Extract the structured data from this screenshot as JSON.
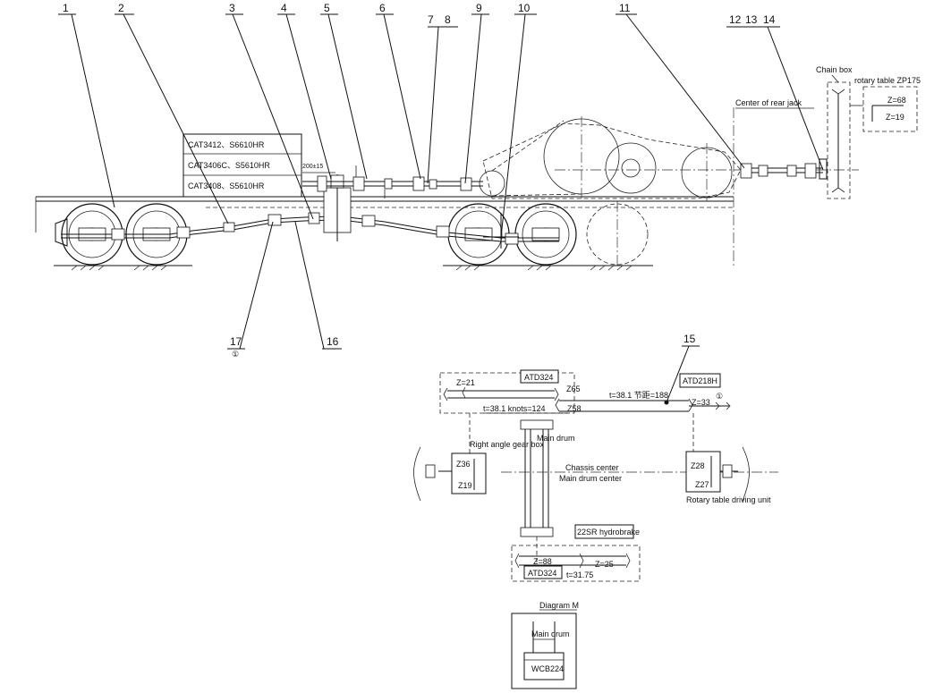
{
  "balloons": [
    "1",
    "2",
    "3",
    "4",
    "5",
    "6",
    "7",
    "8",
    "9",
    "10",
    "11",
    "12",
    "13",
    "14",
    "15",
    "16",
    "17"
  ],
  "balloon_17_sub": "①",
  "engine_specs": [
    "CAT3412、S6610HR",
    "CAT3406C、S5610HR",
    "CAT3408、S5610HR"
  ],
  "dim_200": "200±15",
  "center_rear_jack": "Center of rear jack",
  "chain_box": "Chain box",
  "rotary_table": "rotary  table  ZP175",
  "rt_z68": "Z=68",
  "rt_z19": "Z=19",
  "schematic": {
    "atd324_top": "ATD324",
    "z21": "Z=21",
    "z65": "Z65",
    "t381_knots": "t=38.1  knots=124",
    "z58": "Z58",
    "t381_188": "t=38.1  节距=188",
    "atd218h": "ATD218H",
    "z33": "Z=33",
    "circ1": "①",
    "main_drum_top": "Main drum",
    "right_angle_gear_box": "Right angle gear box",
    "z36": "Z36",
    "z19": "Z19",
    "chassis_center": "Chassis center",
    "main_drum_center": "Main drum center",
    "z28": "Z28",
    "z27": "Z27",
    "rotary_table_driving_unit": "Rotary table driving unit",
    "hydrobrake": "22SR hydrobrake",
    "z88": "Z=88",
    "z25": "Z=25",
    "atd324_bottom": "ATD324",
    "t3175": "t=31.75"
  },
  "diagram_m": {
    "title": "Diagram  M",
    "main_drum": "Main drum",
    "wcb": "WCB224"
  }
}
